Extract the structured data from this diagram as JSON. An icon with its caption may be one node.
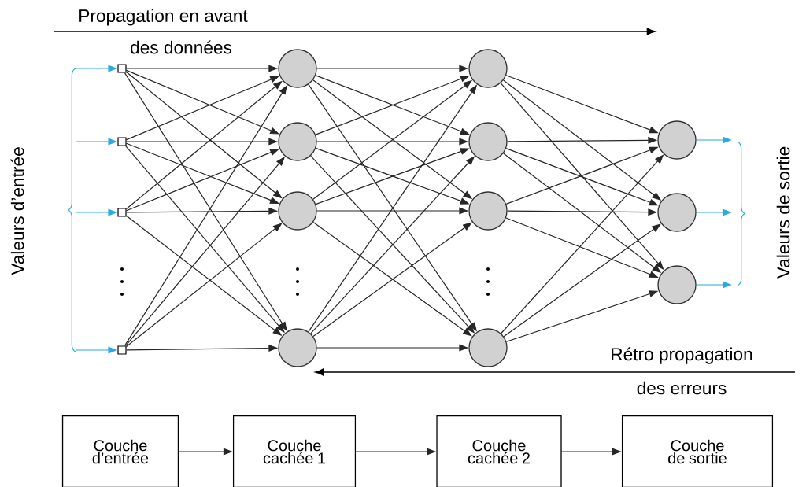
{
  "diagram": {
    "nodes": [
      {
        "text": [],
        "shape": "box"
      },
      {
        "text": [],
        "shape": "box"
      },
      {
        "text": [],
        "shape": "box"
      },
      {
        "text": [],
        "shape": "box"
      },
      {
        "text": [],
        "shape": "circle"
      },
      {
        "text": [],
        "shape": "circle"
      },
      {
        "text": [],
        "shape": "circle"
      },
      {
        "text": [],
        "shape": "circle"
      },
      {
        "text": [],
        "shape": "circle"
      },
      {
        "text": [],
        "shape": "circle"
      },
      {
        "text": [],
        "shape": "circle"
      },
      {
        "text": [],
        "shape": "circle"
      },
      {
        "text": [],
        "shape": "circle"
      },
      {
        "text": [],
        "shape": "circle"
      },
      {
        "text": [],
        "shape": "circle"
      },
      {
        "text": [
          "Couche d’entrée"
        ]
      },
      {
        "text": [
          "Couche cachée 1"
        ]
      },
      {
        "text": [
          "Couche cachée 2"
        ]
      },
      {
        "text": [
          "Couche de sortie"
        ]
      }
    ],
    "edges": [
      {
        "from": null,
        "to": 0,
        "arrow": "to",
        "color": "#29abe2"
      },
      {
        "from": null,
        "to": 1,
        "arrow": "to",
        "color": "#29abe2"
      },
      {
        "from": null,
        "to": 2,
        "arrow": "to",
        "color": "#29abe2"
      },
      {
        "from": null,
        "to": 3,
        "arrow": "to",
        "color": "#29abe2"
      },
      {
        "from": 0,
        "to": 4,
        "arrow": "to"
      },
      {
        "from": 0,
        "to": 5,
        "arrow": "to"
      },
      {
        "from": 0,
        "to": 6,
        "arrow": "to"
      },
      {
        "from": 0,
        "to": 7,
        "arrow": "to"
      },
      {
        "from": 1,
        "to": 4,
        "arrow": "to"
      },
      {
        "from": 1,
        "to": 5,
        "arrow": "to"
      },
      {
        "from": 1,
        "to": 6,
        "arrow": "to"
      },
      {
        "from": 1,
        "to": 7,
        "arrow": "to"
      },
      {
        "from": 2,
        "to": 4,
        "arrow": "to"
      },
      {
        "from": 2,
        "to": 5,
        "arrow": "to"
      },
      {
        "from": 2,
        "to": 6,
        "arrow": "to"
      },
      {
        "from": 2,
        "to": 7,
        "arrow": "to"
      },
      {
        "from": 3,
        "to": 4,
        "arrow": "to"
      },
      {
        "from": 3,
        "to": 5,
        "arrow": "to"
      },
      {
        "from": 3,
        "to": 6,
        "arrow": "to"
      },
      {
        "from": 3,
        "to": 7,
        "arrow": "to"
      },
      {
        "from": 4,
        "to": 8,
        "arrow": "to"
      },
      {
        "from": 4,
        "to": 9,
        "arrow": "to"
      },
      {
        "from": 4,
        "to": 10,
        "arrow": "to"
      },
      {
        "from": 4,
        "to": 11,
        "arrow": "to"
      },
      {
        "from": 5,
        "to": 8,
        "arrow": "to"
      },
      {
        "from": 5,
        "to": 9,
        "arrow": "to"
      },
      {
        "from": 5,
        "to": 10,
        "arrow": "to"
      },
      {
        "from": 5,
        "to": 11,
        "arrow": "to"
      },
      {
        "from": 6,
        "to": 8,
        "arrow": "to"
      },
      {
        "from": 6,
        "to": 9,
        "arrow": "to"
      },
      {
        "from": 6,
        "to": 10,
        "arrow": "to"
      },
      {
        "from": 6,
        "to": 11,
        "arrow": "to"
      },
      {
        "from": 7,
        "to": 8,
        "arrow": "to"
      },
      {
        "from": 7,
        "to": 9,
        "arrow": "to"
      },
      {
        "from": 7,
        "to": 10,
        "arrow": "to"
      },
      {
        "from": 7,
        "to": 11,
        "arrow": "to"
      },
      {
        "from": 8,
        "to": 12,
        "arrow": "to"
      },
      {
        "from": 8,
        "to": 13,
        "arrow": "to"
      },
      {
        "from": 8,
        "to": 14,
        "arrow": "to"
      },
      {
        "from": 9,
        "to": 12,
        "arrow": "to"
      },
      {
        "from": 9,
        "to": 13,
        "arrow": "to"
      },
      {
        "from": 9,
        "to": 14,
        "arrow": "to"
      },
      {
        "from": 10,
        "to": 12,
        "arrow": "to"
      },
      {
        "from": 10,
        "to": 13,
        "arrow": "to"
      },
      {
        "from": 10,
        "to": 14,
        "arrow": "to"
      },
      {
        "from": 11,
        "to": 12,
        "arrow": "to"
      },
      {
        "from": 11,
        "to": 13,
        "arrow": "to"
      },
      {
        "from": 11,
        "to": 14,
        "arrow": "to"
      },
      {
        "from": 12,
        "to": null,
        "arrow": "to",
        "color": "#29abe2"
      },
      {
        "from": 13,
        "to": null,
        "arrow": "to",
        "color": "#29abe2"
      },
      {
        "from": 14,
        "to": null,
        "arrow": "to",
        "color": "#29abe2"
      },
      {
        "from": 15,
        "to": 16,
        "arrow": "to"
      },
      {
        "from": 16,
        "to": 17,
        "arrow": "to"
      },
      {
        "from": 17,
        "to": 18,
        "arrow": "to"
      }
    ],
    "labels": [
      "Propagation en avant",
      "des données",
      "Valeurs d’entrée",
      "Valeurs de sortie",
      "Rétro propagation",
      "des erreurs"
    ]
  }
}
